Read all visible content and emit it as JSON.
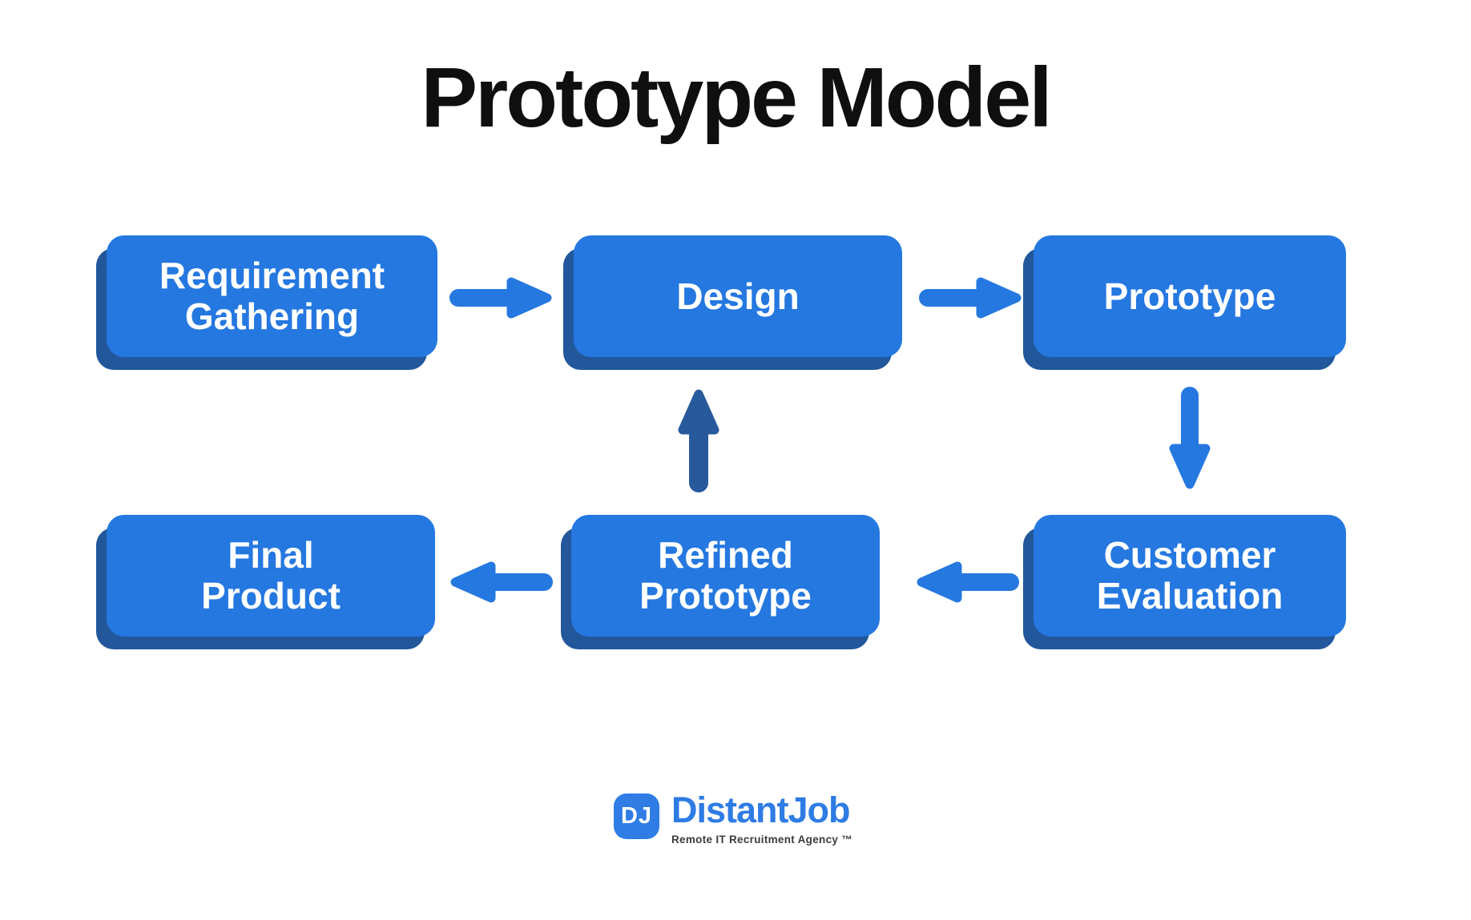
{
  "title": "Prototype Model",
  "colors": {
    "box_blue": "#2578e0",
    "shadow_blue": "#22579c",
    "arrow_blue": "#2578e0",
    "arrow_dark_blue": "#27599c",
    "title_color": "#0f0f0f",
    "box_text": "#ffffff",
    "logo_blue": "#2e7ce4",
    "tagline_color": "#3b3b3b",
    "page_bg": "#ffffff"
  },
  "diagram": {
    "nodes": [
      {
        "id": "requirement-gathering",
        "label": "Requirement Gathering",
        "lines": [
          "Requirement",
          "Gathering"
        ]
      },
      {
        "id": "design",
        "label": "Design",
        "lines": [
          "Design"
        ]
      },
      {
        "id": "prototype",
        "label": "Prototype",
        "lines": [
          "Prototype"
        ]
      },
      {
        "id": "customer-evaluation",
        "label": "Customer Evaluation",
        "lines": [
          "Customer",
          "Evaluation"
        ]
      },
      {
        "id": "refined-prototype",
        "label": "Refined Prototype",
        "lines": [
          "Refined",
          "Prototype"
        ]
      },
      {
        "id": "final-product",
        "label": "Final Product",
        "lines": [
          "Final",
          "Product"
        ]
      }
    ],
    "connections": [
      {
        "from": "requirement-gathering",
        "to": "design",
        "direction": "right",
        "style": "light"
      },
      {
        "from": "design",
        "to": "prototype",
        "direction": "right",
        "style": "light"
      },
      {
        "from": "prototype",
        "to": "customer-evaluation",
        "direction": "down",
        "style": "light"
      },
      {
        "from": "customer-evaluation",
        "to": "refined-prototype",
        "direction": "left",
        "style": "light"
      },
      {
        "from": "refined-prototype",
        "to": "design",
        "direction": "up",
        "style": "dark"
      },
      {
        "from": "refined-prototype",
        "to": "final-product",
        "direction": "left",
        "style": "light"
      }
    ]
  },
  "logo": {
    "monogram": "DJ",
    "name": "DistantJob",
    "tagline": "Remote IT Recruitment Agency ™"
  }
}
